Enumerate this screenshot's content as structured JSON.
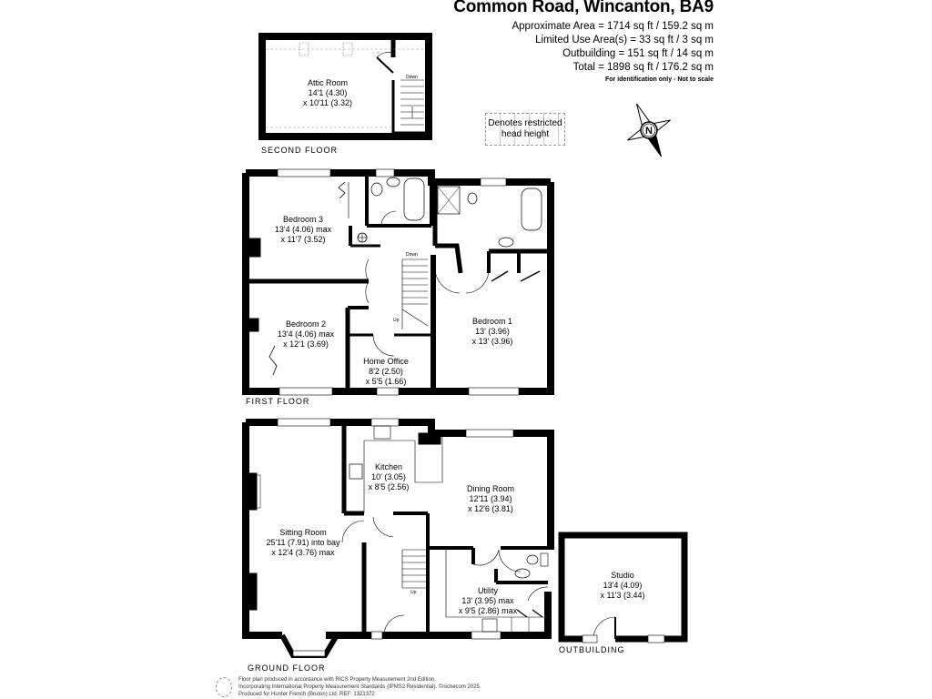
{
  "header": {
    "title": "Common Road, Wincanton, BA9",
    "areas": [
      "Approximate Area = 1714 sq ft / 159.2 sq m",
      "Limited Use Area(s) = 33 sq ft / 3 sq m",
      "Outbuilding = 151 sq ft / 14 sq m",
      "Total = 1898 sq ft / 176.2 sq m"
    ],
    "note": "For identification only - Not to scale"
  },
  "legend": {
    "restricted_label_1": "Denotes restricted",
    "restricted_label_2": "head height"
  },
  "compass": {
    "icon": "north-compass-icon",
    "letter": "N"
  },
  "floors": {
    "second": {
      "label": "SECOND FLOOR",
      "rooms": [
        {
          "name": "Attic Room",
          "dim1": "14'1 (4.30)",
          "dim2": "x 10'11 (3.32)"
        }
      ],
      "stairs": "Down"
    },
    "first": {
      "label": "FIRST FLOOR",
      "rooms": [
        {
          "name": "Bedroom 3",
          "dim1": "13'4 (4.06) max",
          "dim2": "x 11'7 (3.52)"
        },
        {
          "name": "Bedroom 2",
          "dim1": "13'4 (4.06) max",
          "dim2": "x 12'1 (3.69)"
        },
        {
          "name": "Home Office",
          "dim1": "8'2 (2.50)",
          "dim2": "x 5'5 (1.66)"
        },
        {
          "name": "Bedroom 1",
          "dim1": "13' (3.96)",
          "dim2": "x 13' (3.96)"
        }
      ],
      "stairs_down": "Down",
      "stairs_up": "Up"
    },
    "ground": {
      "label": "GROUND FLOOR",
      "rooms": [
        {
          "name": "Sitting Room",
          "dim1": "25'11 (7.91) into bay",
          "dim2": "x 12'4 (3.76) max"
        },
        {
          "name": "Kitchen",
          "dim1": "10' (3.05)",
          "dim2": "x 8'5 (2.56)"
        },
        {
          "name": "Dining Room",
          "dim1": "12'11 (3.94)",
          "dim2": "x 12'6 (3.81)"
        },
        {
          "name": "Utility",
          "dim1": "13' (3.95) max",
          "dim2": "x 9'5 (2.86) max"
        }
      ],
      "stairs_up": "Up"
    },
    "outbuilding": {
      "label": "OUTBUILDING",
      "rooms": [
        {
          "name": "Studio",
          "dim1": "13'4 (4.09)",
          "dim2": "x 11'3 (3.44)"
        }
      ]
    }
  },
  "footer": {
    "line1": "Floor plan produced in accordance with RICS Property Measurement 2nd Edition,",
    "line2": "Incorporating International Property Measurement Standards (IPMS2 Residential).  ©nichecom 2025.",
    "line3": "Produced for Hunter French (Bruton) Ltd.   REF: 1321372"
  }
}
